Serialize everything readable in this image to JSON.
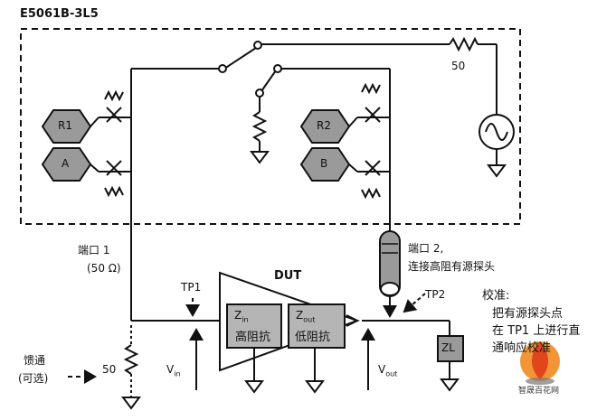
{
  "title": "E5061B-3L5",
  "labels": {
    "r1": "R1",
    "a": "A",
    "r2": "R2",
    "b": "B",
    "res50_source": "50",
    "port1": "端口 1",
    "port1_imp": "(50 Ω)",
    "port2_line1": "端口 2,",
    "port2_line2": "连接高阻有源探头",
    "dut": "DUT",
    "tp1": "TP1",
    "tp2": "TP2",
    "zin_z": "Z",
    "zin_sub": "in",
    "zin_desc": "高阻抗",
    "zout_z": "Z",
    "zout_sub": "out",
    "zout_desc": "低阻抗",
    "vin_v": "V",
    "vin_sub": "in",
    "vout_v": "V",
    "vout_sub": "out",
    "zl": "ZL",
    "feed_line1": "馈通",
    "feed_line2": "(可选)",
    "res50_feed": "50",
    "calib_title": "校准:",
    "calib_line1": "把有源探头点",
    "calib_line2": "在 TP1 上进行直",
    "calib_line3": "通响应校准",
    "watermark": "智晟百花网"
  }
}
